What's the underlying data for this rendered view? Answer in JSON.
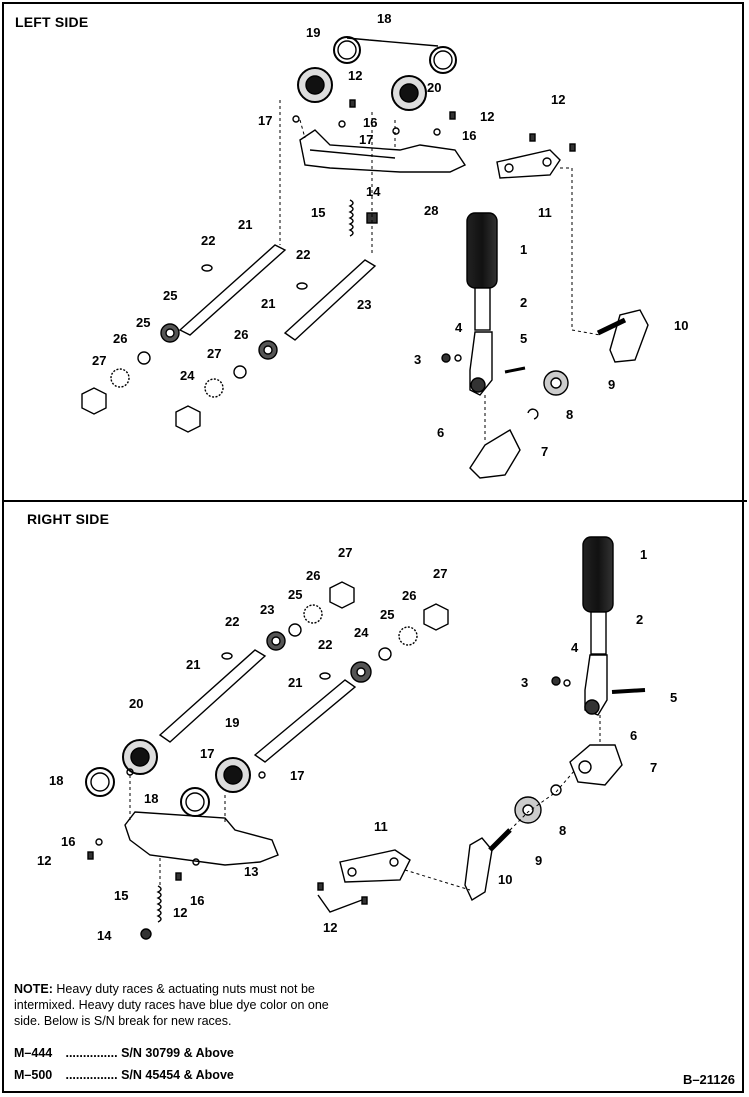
{
  "sections": {
    "left_title": "LEFT SIDE",
    "right_title": "RIGHT SIDE"
  },
  "callouts_left": [
    "1",
    "2",
    "3",
    "4",
    "5",
    "6",
    "7",
    "8",
    "9",
    "10",
    "11",
    "12",
    "12",
    "12",
    "14",
    "15",
    "16",
    "16",
    "17",
    "17",
    "18",
    "19",
    "20",
    "21",
    "21",
    "22",
    "22",
    "23",
    "24",
    "25",
    "25",
    "26",
    "26",
    "27",
    "27",
    "28"
  ],
  "callouts_right": [
    "1",
    "2",
    "3",
    "4",
    "5",
    "6",
    "7",
    "8",
    "9",
    "10",
    "11",
    "12",
    "12",
    "12",
    "13",
    "14",
    "15",
    "16",
    "16",
    "17",
    "17",
    "18",
    "18",
    "19",
    "20",
    "21",
    "21",
    "22",
    "22",
    "23",
    "24",
    "25",
    "25",
    "26",
    "26",
    "27",
    "27"
  ],
  "note": {
    "label": "NOTE:",
    "text": "Heavy duty races & actuating nuts must not be intermixed.  Heavy duty races have blue dye color on one side. Below is S/N break for new races."
  },
  "serial_breaks": [
    {
      "model": "M–444",
      "dots": "...............",
      "serial": "S/N 30799 & Above"
    },
    {
      "model": "M–500",
      "dots": "...............",
      "serial": "S/N 45454 & Above"
    }
  ],
  "figure_number": "B–21126"
}
